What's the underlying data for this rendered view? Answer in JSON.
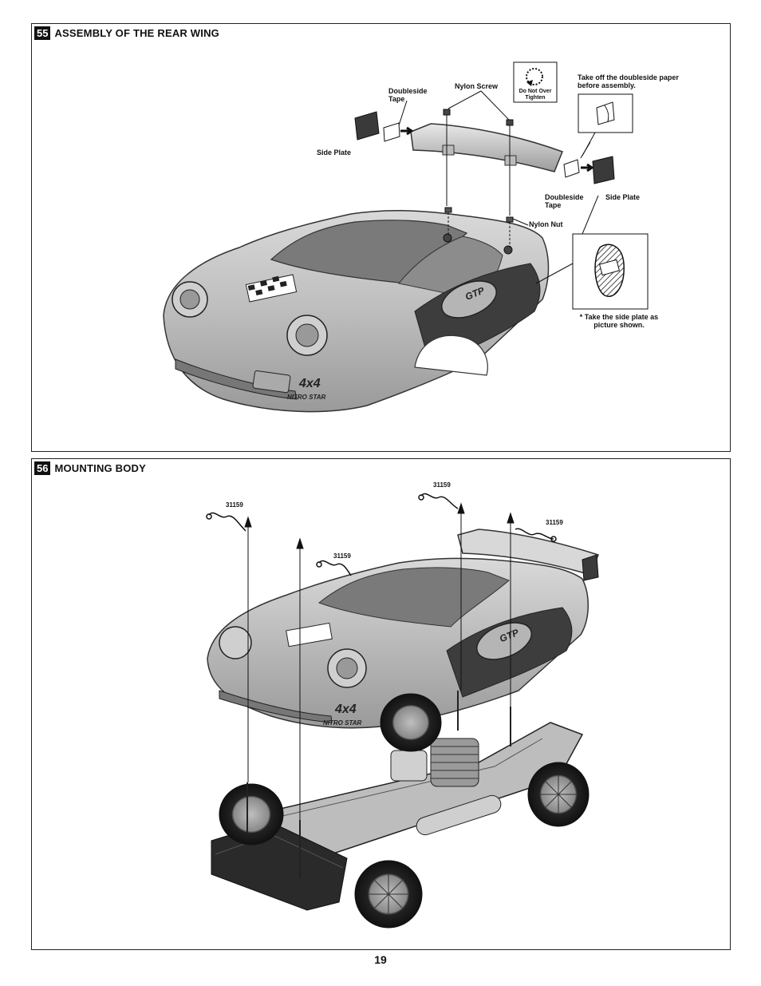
{
  "step55": {
    "number": "55",
    "title": "ASSEMBLY OF THE REAR WING",
    "labels": {
      "doubleside_tape_top": "Doubleside Tape",
      "nylon_screw": "Nylon Screw",
      "do_not_over_tighten": "Do Not Over Tighten",
      "take_off_paper": "Take off the doubleside paper before assembly.",
      "side_plate_left": "Side Plate",
      "doubleside_tape_right": "Doubleside Tape",
      "side_plate_right": "Side Plate",
      "nylon_nut": "Nylon Nut",
      "side_plate_note": "* Take the side plate as picture shown."
    },
    "body_badges": {
      "gtp": "GTP",
      "four_by_four": "4x4",
      "nitro_star": "NITRO STAR"
    }
  },
  "step56": {
    "number": "56",
    "title": "MOUNTING BODY",
    "part_labels": [
      "31159",
      "31159",
      "31159",
      "31159"
    ],
    "body_badges": {
      "gtp": "GTP",
      "four_by_four": "4x4",
      "nitro_star": "NITRO STAR"
    }
  },
  "page": {
    "number": "19"
  }
}
